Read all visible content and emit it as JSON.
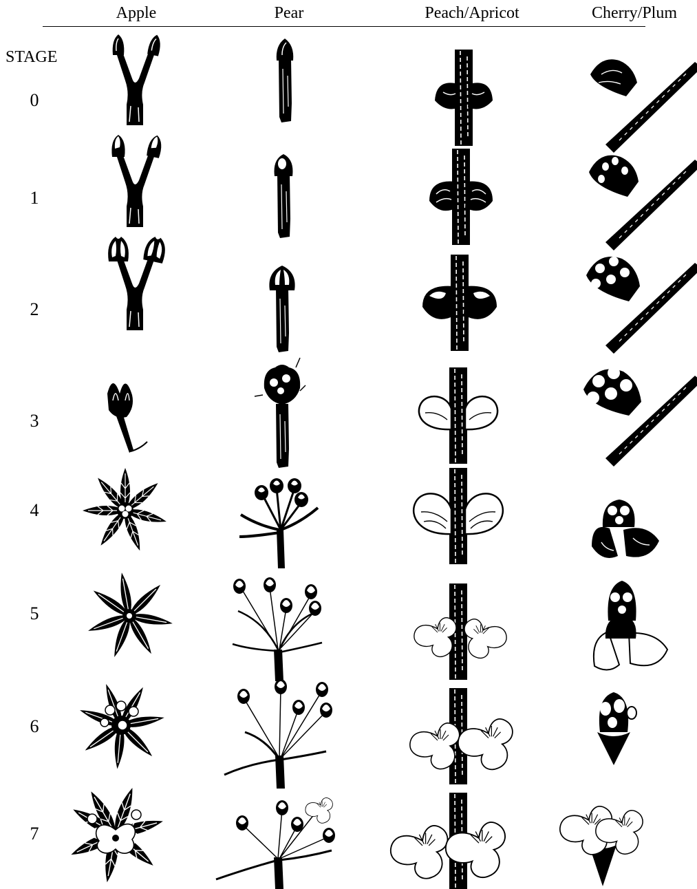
{
  "headers": {
    "apple": "Apple",
    "pear": "Pear",
    "peach_apricot": "Peach/Apricot",
    "cherry_plum": "Cherry/Plum"
  },
  "stage_label": "STAGE",
  "stages": [
    "0",
    "1",
    "2",
    "3",
    "4",
    "5",
    "6",
    "7"
  ]
}
